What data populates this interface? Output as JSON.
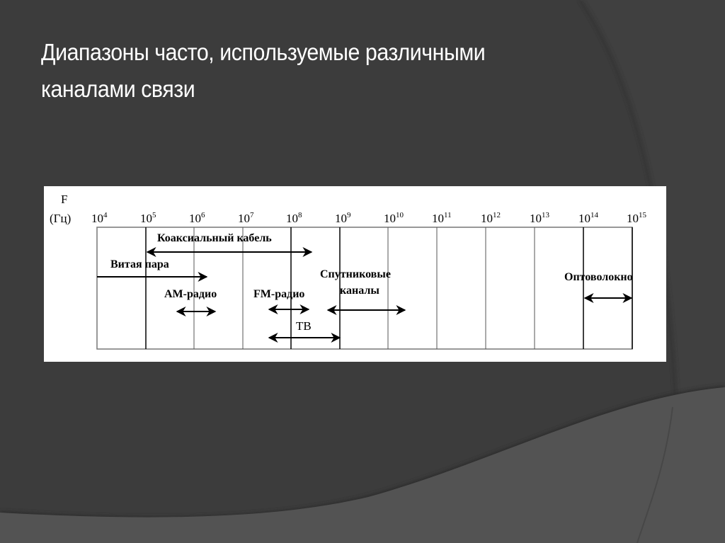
{
  "slide": {
    "title_line1": "Диапазоны часто, используемые различными",
    "title_line2": "каналами связи",
    "background_color": "#3a3a3a",
    "accent_shape_color": "#525252"
  },
  "figure": {
    "axis_label_top": "F",
    "axis_label_unit": "(Гц)",
    "ticks": [
      {
        "base": "10",
        "exp": "4"
      },
      {
        "base": "10",
        "exp": "5"
      },
      {
        "base": "10",
        "exp": "6"
      },
      {
        "base": "10",
        "exp": "7"
      },
      {
        "base": "10",
        "exp": "8"
      },
      {
        "base": "10",
        "exp": "9"
      },
      {
        "base": "10",
        "exp": "10"
      },
      {
        "base": "10",
        "exp": "11"
      },
      {
        "base": "10",
        "exp": "12"
      },
      {
        "base": "10",
        "exp": "13"
      },
      {
        "base": "10",
        "exp": "14"
      },
      {
        "base": "10",
        "exp": "15"
      }
    ],
    "bands": {
      "coax": "Коаксиальный кабель",
      "twisted_pair": "Витая пара",
      "am_radio": "АМ-радио",
      "fm_radio": "FM-радио",
      "tv": "ТВ",
      "satellite_line1": "Спутниковые",
      "satellite_line2": "каналы",
      "fiber": "Оптоволокно"
    }
  },
  "chart_data": {
    "type": "range",
    "title": "Диапазоны часто, используемые различными каналами связи",
    "xlabel": "F (Гц)",
    "x_scale": "log10",
    "x_ticks": [
      "10^4",
      "10^5",
      "10^6",
      "10^7",
      "10^8",
      "10^9",
      "10^10",
      "10^11",
      "10^12",
      "10^13",
      "10^14",
      "10^15"
    ],
    "ranges": [
      {
        "name": "Коаксиальный кабель",
        "from_exp": 5.0,
        "to_exp": 8.4
      },
      {
        "name": "Витая пара",
        "from_exp": 4.0,
        "to_exp": 6.25
      },
      {
        "name": "АМ-радио",
        "from_exp": 5.65,
        "to_exp": 6.45
      },
      {
        "name": "FM-радио",
        "from_exp": 7.55,
        "to_exp": 8.35
      },
      {
        "name": "ТВ",
        "from_exp": 7.55,
        "to_exp": 9.0
      },
      {
        "name": "Спутниковые каналы",
        "from_exp": 8.75,
        "to_exp": 10.35
      },
      {
        "name": "Оптоволокно",
        "from_exp": 14.0,
        "to_exp": 15.0
      }
    ]
  }
}
